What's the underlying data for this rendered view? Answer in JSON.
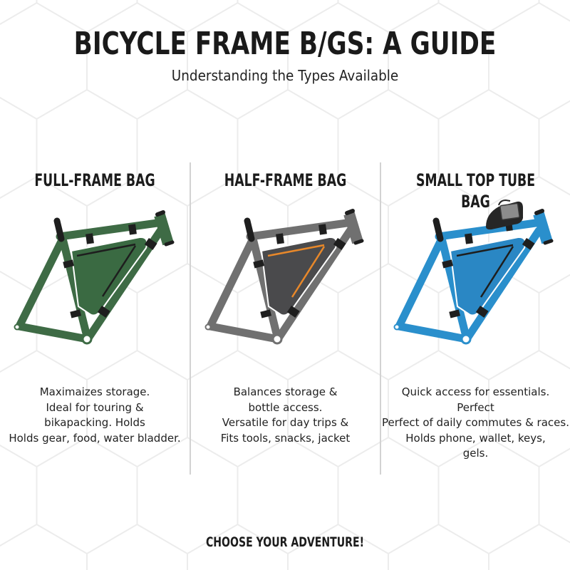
{
  "header": {
    "title": "BICYCLE FRAME B/GS: A GUIDE",
    "subtitle": "Understanding the Types Available"
  },
  "columns": [
    {
      "heading": "FULL-FRAME BAG",
      "frame_color": "#3e6b45",
      "bag_color": "#3a6a42",
      "zip_color": "#1e1e1e",
      "icon": "full-frame-bag-bike-icon",
      "description_lines": [
        "Maximaizes storage.",
        "Ideal for touring &",
        "bikapacking. Holds",
        "Holds gear, food, water bladder."
      ]
    },
    {
      "heading": "HALF-FRAME BAG",
      "frame_color": "#707070",
      "bag_color": "#4a4a4c",
      "zip_color": "#e8882a",
      "icon": "half-frame-bag-bike-icon",
      "description_lines": [
        "Balances storage &",
        "bottle access.",
        "Versatile for day trips &",
        "Fits tools, snacks, jacket"
      ]
    },
    {
      "heading": "SMALL TOP TUBE BAG",
      "frame_color": "#2a8fcc",
      "bag_color": "#2a87c4",
      "zip_color": "#1e1e1e",
      "icon": "top-tube-bag-bike-icon",
      "description_lines": [
        "Quick access for essentials.",
        "Perfect",
        "Perfect of daily commutes & races.",
        "Holds phone, wallet, keys,",
        "gels."
      ]
    }
  ],
  "footer": {
    "call_to_action": "CHOOSE YOUR ADVENTURE!"
  },
  "colors": {
    "background": "#ffffff",
    "hex_pattern": "#ececec",
    "divider": "#d2d2d2",
    "strap": "#1e1e1e",
    "text": "#1c1c1c"
  }
}
